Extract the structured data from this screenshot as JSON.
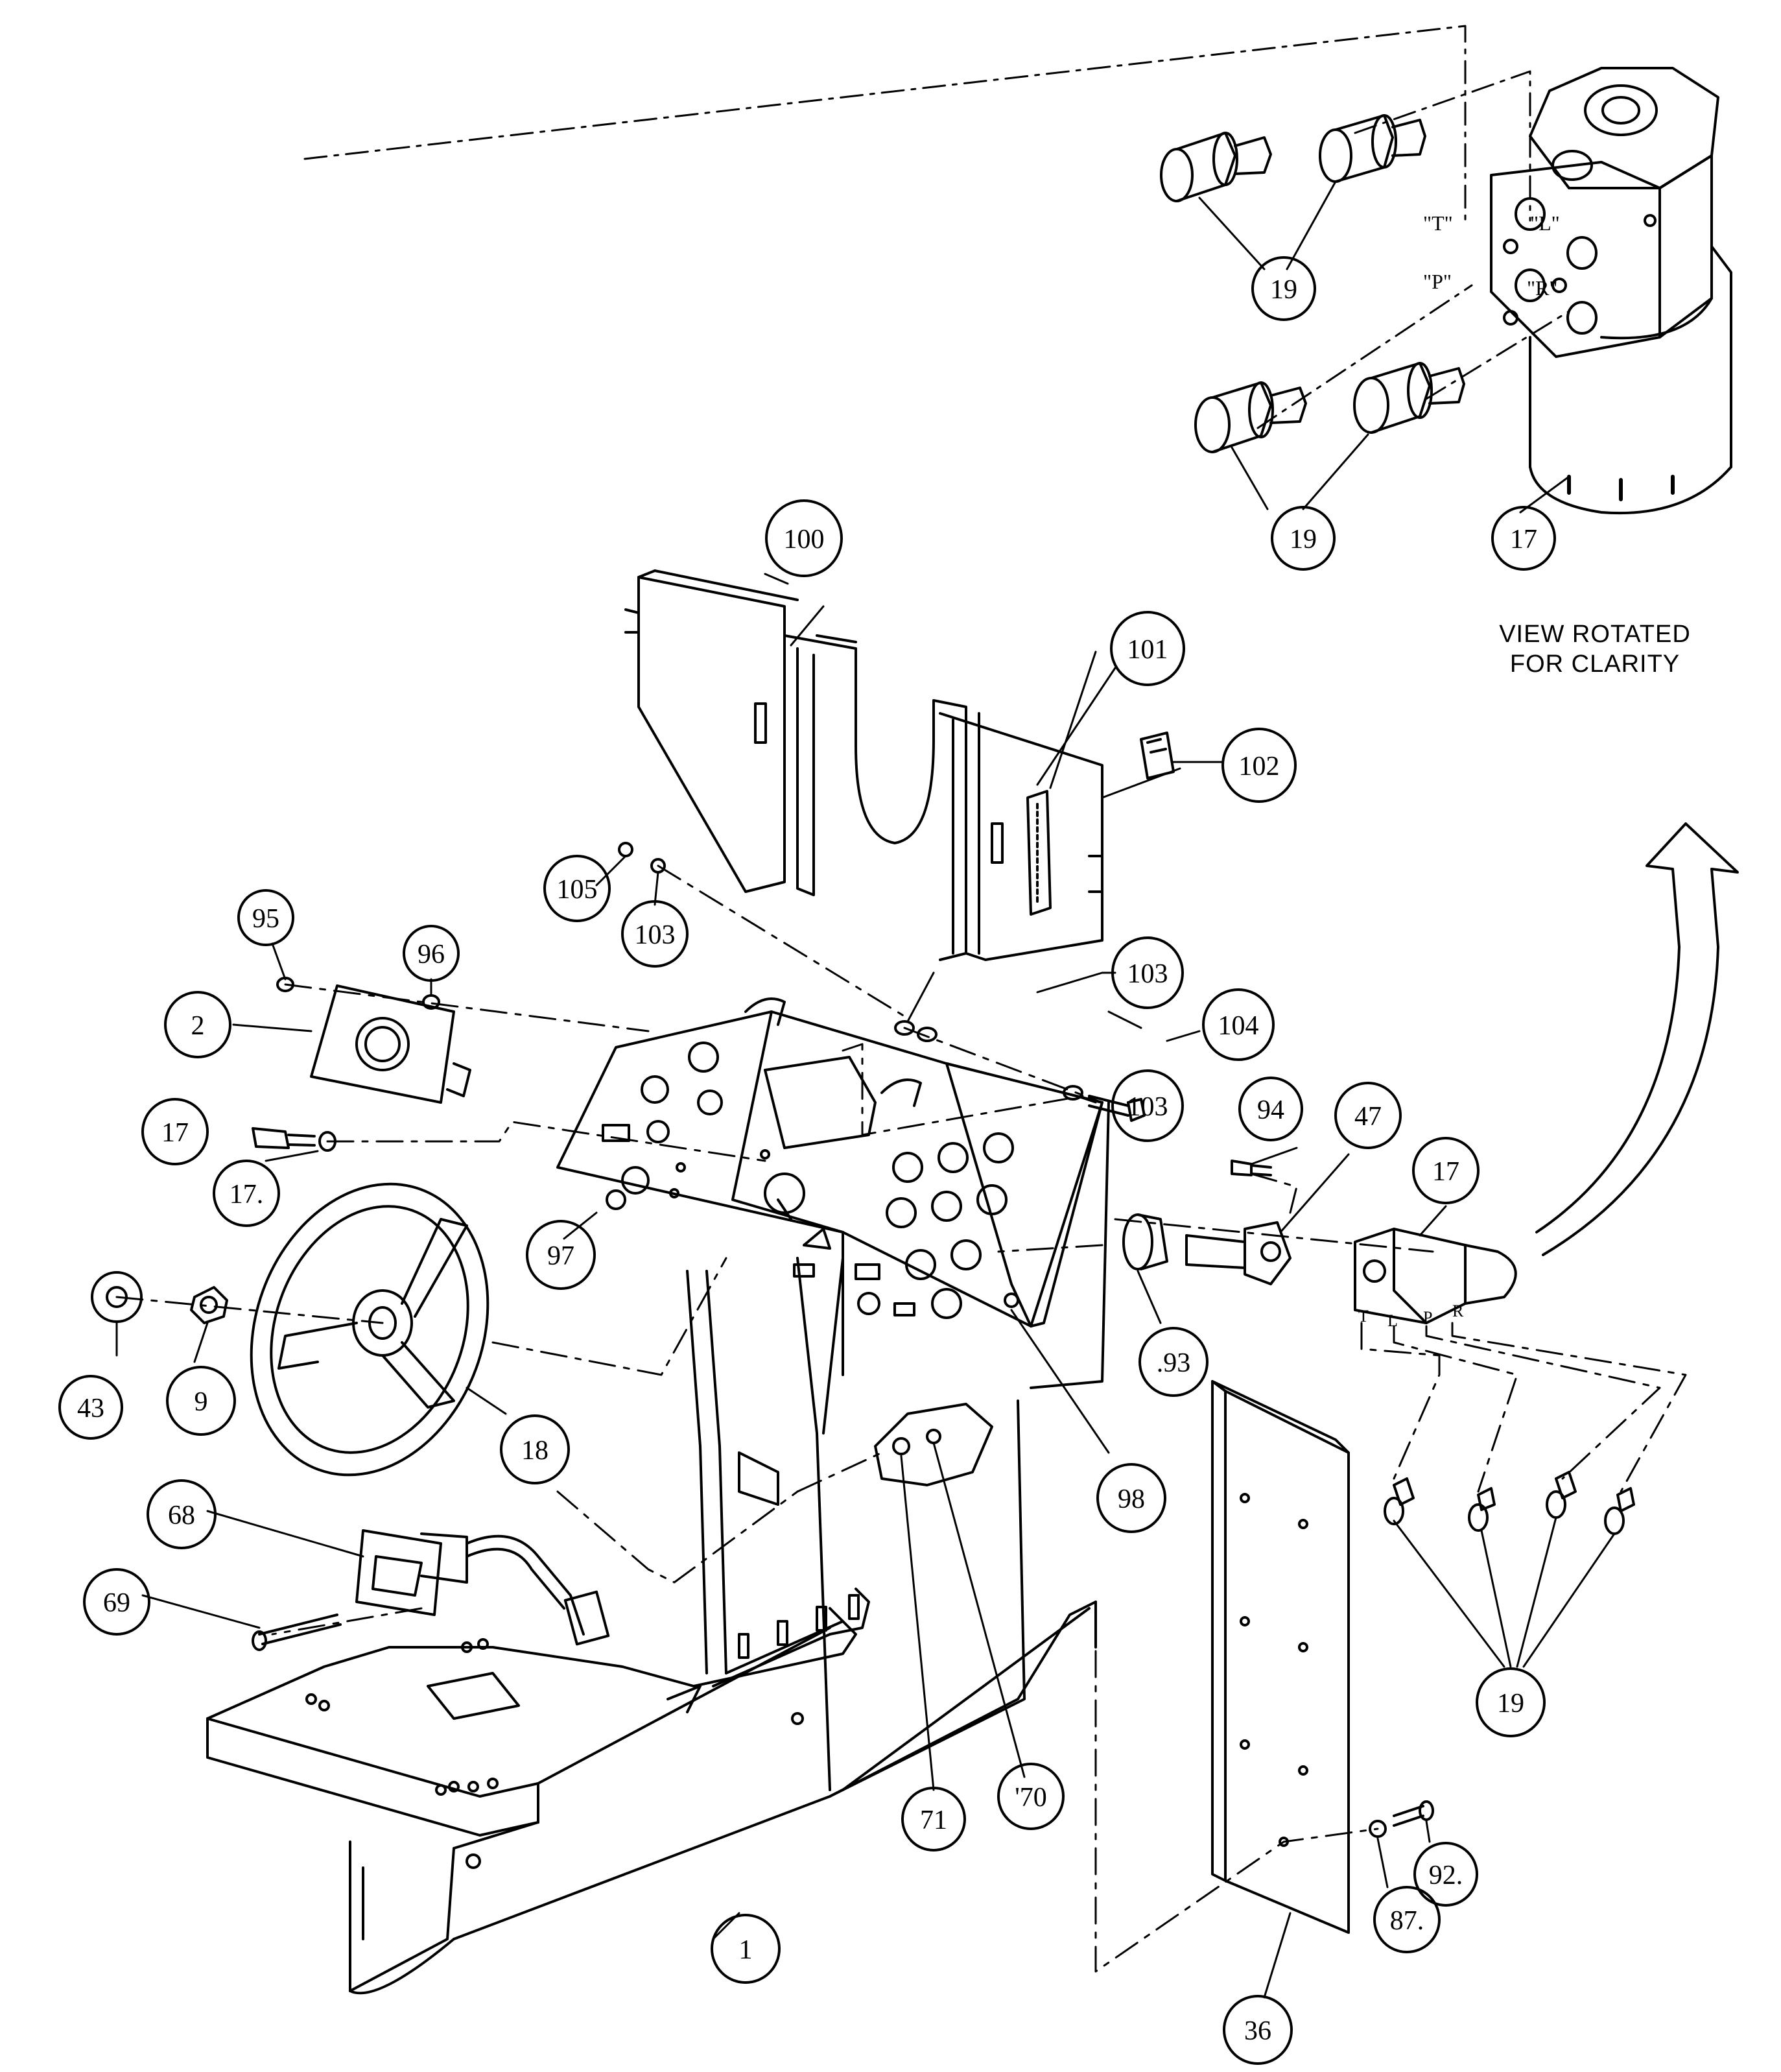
{
  "callouts": [
    {
      "id": "c-19-top",
      "label": "19"
    },
    {
      "id": "c-19-mid",
      "label": "19"
    },
    {
      "id": "c-17-top",
      "label": "17"
    },
    {
      "id": "c-100",
      "label": "100"
    },
    {
      "id": "c-101",
      "label": "101"
    },
    {
      "id": "c-102",
      "label": "102"
    },
    {
      "id": "c-105",
      "label": "105"
    },
    {
      "id": "c-103-a",
      "label": "103"
    },
    {
      "id": "c-95",
      "label": "95"
    },
    {
      "id": "c-96",
      "label": "96"
    },
    {
      "id": "c-2",
      "label": "2"
    },
    {
      "id": "c-103-b",
      "label": "103"
    },
    {
      "id": "c-104",
      "label": "104"
    },
    {
      "id": "c-103-c",
      "label": "103"
    },
    {
      "id": "c-17-left-a",
      "label": "17"
    },
    {
      "id": "c-17-left-b",
      "label": "17."
    },
    {
      "id": "c-94",
      "label": "94"
    },
    {
      "id": "c-47",
      "label": "47"
    },
    {
      "id": "c-17-right",
      "label": "17"
    },
    {
      "id": "c-97",
      "label": "97"
    },
    {
      "id": "c-93",
      "label": ".93"
    },
    {
      "id": "c-43",
      "label": "43"
    },
    {
      "id": "c-9",
      "label": "9"
    },
    {
      "id": "c-18",
      "label": "18"
    },
    {
      "id": "c-98",
      "label": "98"
    },
    {
      "id": "c-68",
      "label": "68"
    },
    {
      "id": "c-69",
      "label": "69"
    },
    {
      "id": "c-19-right",
      "label": "19"
    },
    {
      "id": "c-71",
      "label": "71"
    },
    {
      "id": "c-70",
      "label": "'70"
    },
    {
      "id": "c-92",
      "label": "92."
    },
    {
      "id": "c-1",
      "label": "1"
    },
    {
      "id": "c-87",
      "label": "87."
    },
    {
      "id": "c-36",
      "label": "36"
    }
  ],
  "port_labels": {
    "T": "\"T\"",
    "L": "\"L\"",
    "P": "\"P\"",
    "R": "\"R\""
  },
  "small_port_letters": [
    "T",
    "L",
    "P",
    "R"
  ],
  "view_note": {
    "line1": "VIEW ROTATED",
    "line2": "FOR CLARITY"
  },
  "colors": {
    "ink": "#000000",
    "paper": "#ffffff"
  }
}
